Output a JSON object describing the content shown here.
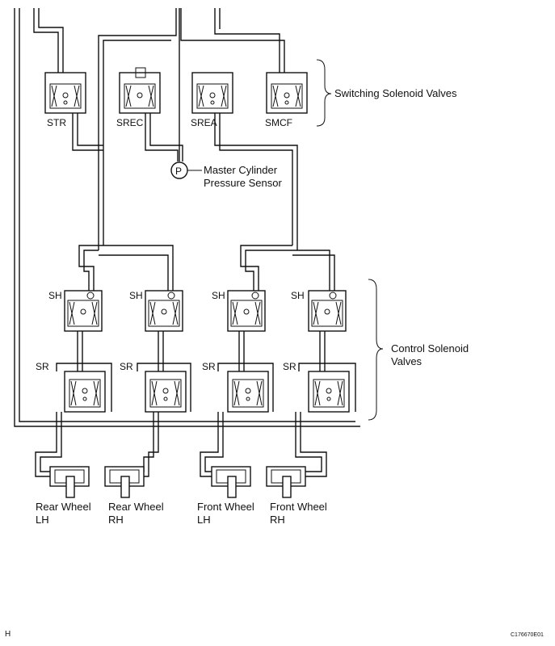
{
  "switching": {
    "group_label": "Switching Solenoid Valves",
    "valves": [
      {
        "label": "STR"
      },
      {
        "label": "SREC"
      },
      {
        "label": "SREA"
      },
      {
        "label": "SMCF"
      }
    ]
  },
  "sensor": {
    "symbol": "P",
    "label_line1": "Master Cylinder",
    "label_line2": "Pressure Sensor"
  },
  "control": {
    "group_label_line1": "Control Solenoid",
    "group_label_line2": "Valves",
    "sh_label": "SH",
    "sr_label": "SR"
  },
  "wheels": [
    {
      "line1": "Rear Wheel",
      "line2": "LH"
    },
    {
      "line1": "Rear Wheel",
      "line2": "RH"
    },
    {
      "line1": "Front Wheel",
      "line2": "LH"
    },
    {
      "line1": "Front Wheel",
      "line2": "RH"
    }
  ],
  "footer": {
    "left_mark": "H",
    "figure_id": "C176670E01"
  }
}
